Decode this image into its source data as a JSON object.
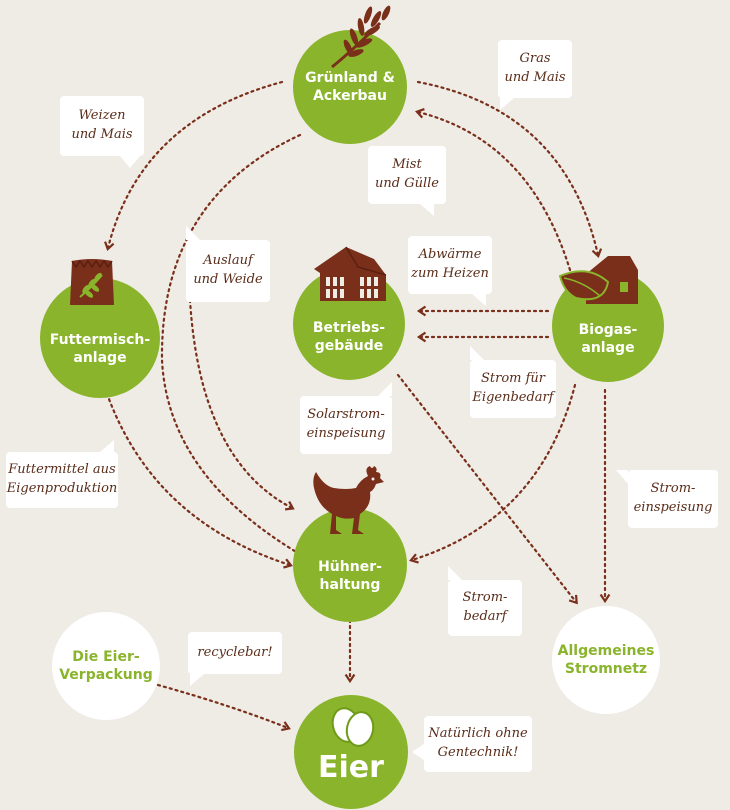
{
  "nodes": {
    "gruenland": {
      "line1": "Grünland &",
      "line2": "Ackerbau"
    },
    "futtermisch": {
      "line1": "Futtermisch-",
      "line2": "anlage"
    },
    "betrieb": {
      "line1": "Betriebs-",
      "line2": "gebäude"
    },
    "biogas": {
      "line1": "Biogas-",
      "line2": "anlage"
    },
    "huehner": {
      "line1": "Hühner-",
      "line2": "haltung"
    },
    "verpackung": {
      "line1": "Die Eier-",
      "line2": "Verpackung"
    },
    "stromnetz": {
      "line1": "Allgemeines",
      "line2": "Stromnetz"
    },
    "eier": {
      "label": "Eier"
    }
  },
  "callouts": {
    "weizen": {
      "line1": "Weizen",
      "line2": "und Mais"
    },
    "gras": {
      "line1": "Gras",
      "line2": "und Mais"
    },
    "mist": {
      "line1": "Mist",
      "line2": "und Gülle"
    },
    "auslauf": {
      "line1": "Auslauf",
      "line2": "und Weide"
    },
    "abwaerme": {
      "line1": "Abwärme",
      "line2": "zum Heizen"
    },
    "strom_eigen": {
      "line1": "Strom für",
      "line2": "Eigenbedarf"
    },
    "solar": {
      "line1": "Solarstrom-",
      "line2": "einspeisung"
    },
    "futtermittel": {
      "line1": "Futtermittel aus",
      "line2": "Eigenproduktion"
    },
    "strom_einsp": {
      "line1": "Strom-",
      "line2": "einspeisung"
    },
    "strombedarf": {
      "line1": "Strom-",
      "line2": "bedarf"
    },
    "recyclebar": {
      "line1": "recyclebar!"
    },
    "gentechnik": {
      "line1": "Natürlich ohne",
      "line2": "Gentechnik!"
    }
  },
  "colors": {
    "background": "#efece6",
    "green": "#8ab42b",
    "brown": "#7a2f1b",
    "white": "#ffffff"
  },
  "icons": [
    "wheat-icon",
    "feed-bag-icon",
    "barn-icon",
    "biogas-house-icon",
    "hen-icon",
    "eggs-icon"
  ]
}
